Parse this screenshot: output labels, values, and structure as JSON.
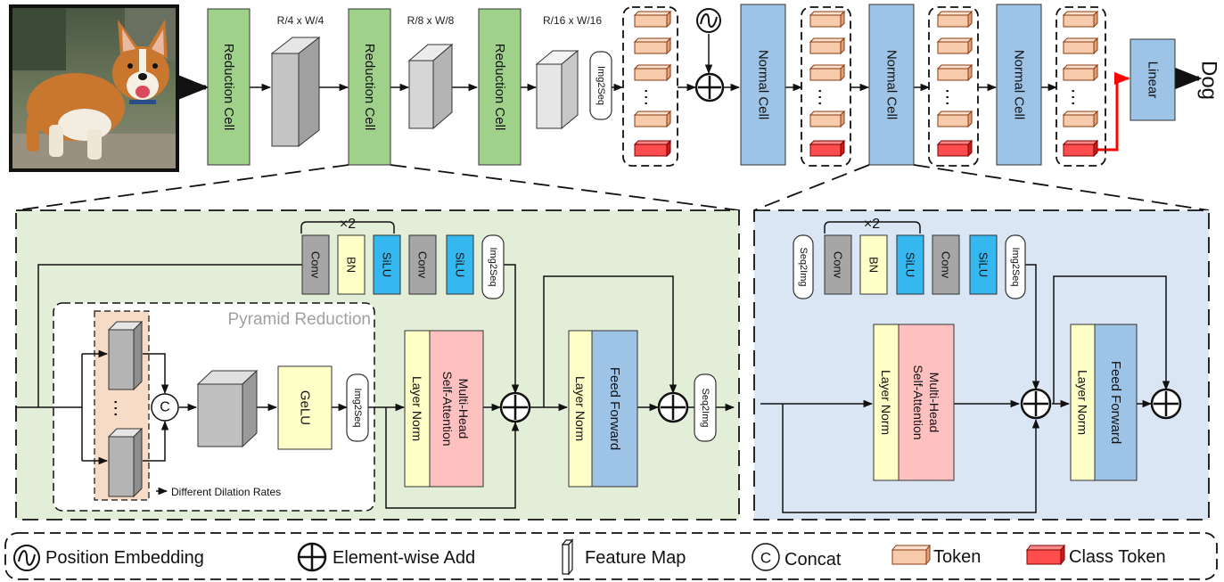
{
  "labels": {
    "reduction_cell": "Reduction Cell",
    "normal_cell": "Normal Cell",
    "linear": "Linear",
    "output": "Dog",
    "img2seq": "Img2Seq",
    "seq2img": "Seq2Img",
    "size_r4": "R/4 x W/4",
    "size_r8": "R/8 x W/8",
    "size_r16": "R/16 x W/16",
    "conv": "Conv",
    "bn": "BN",
    "silu": "SiLU",
    "times2": "×2",
    "pyramid_reduction": "Pyramid Reduction",
    "gelu": "GeLU",
    "layer_norm": "Layer Norm",
    "mhsa_line1": "Multi-Head",
    "mhsa_line2": "Self-Attention",
    "feed_forward": "Feed Forward",
    "different_dilation_rates": "Different Dilation Rates",
    "concat_symbol": "C",
    "dots": "…"
  },
  "legend": [
    {
      "icon": "position-embedding-icon",
      "label": "Position Embedding"
    },
    {
      "icon": "element-wise-add-icon",
      "label": "Element-wise Add"
    },
    {
      "icon": "feature-map-icon",
      "label": "Feature Map"
    },
    {
      "icon": "concat-icon",
      "label": "Concat"
    },
    {
      "icon": "token-icon",
      "label": "Token"
    },
    {
      "icon": "class-token-icon",
      "label": "Class Token"
    }
  ],
  "colors": {
    "reduction_green": "#9fd18b",
    "normal_blue": "#9dc3e6",
    "panel_green_bg": "#e3eed9",
    "panel_blue_bg": "#dbe6f4",
    "token_orange": "#f8cbad",
    "class_token_red": "#ff4d4d",
    "silu_cyan": "#35b8f0",
    "bn_yellow": "#ffffc8",
    "conv_gray": "#a6a6a6",
    "mhsa_pink": "#ffc0c0",
    "feed_forward_blue": "#9dc3e6",
    "red_arrow": "#ff0000"
  }
}
